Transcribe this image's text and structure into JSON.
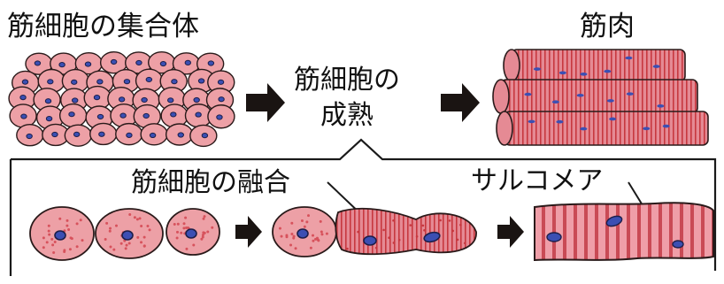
{
  "labels": {
    "cell_aggregate": "筋細胞の集合体",
    "maturation_line1": "筋細胞の",
    "maturation_line2": "成熟",
    "muscle": "筋肉",
    "fusion": "筋細胞の融合",
    "sarcomere": "サルコメア"
  },
  "colors": {
    "cell_fill": "#eda0a6",
    "cell_dots": "#d7525c",
    "nucleus_fill": "#3b4fb3",
    "nucleus_dark": "#1d1f4a",
    "fiber_fill": "#e58a94",
    "stripe": "#c7383f",
    "outline": "#2a1a1a",
    "arrow": "#1a1412"
  },
  "icons": {
    "arrow": "right-arrow-icon"
  }
}
